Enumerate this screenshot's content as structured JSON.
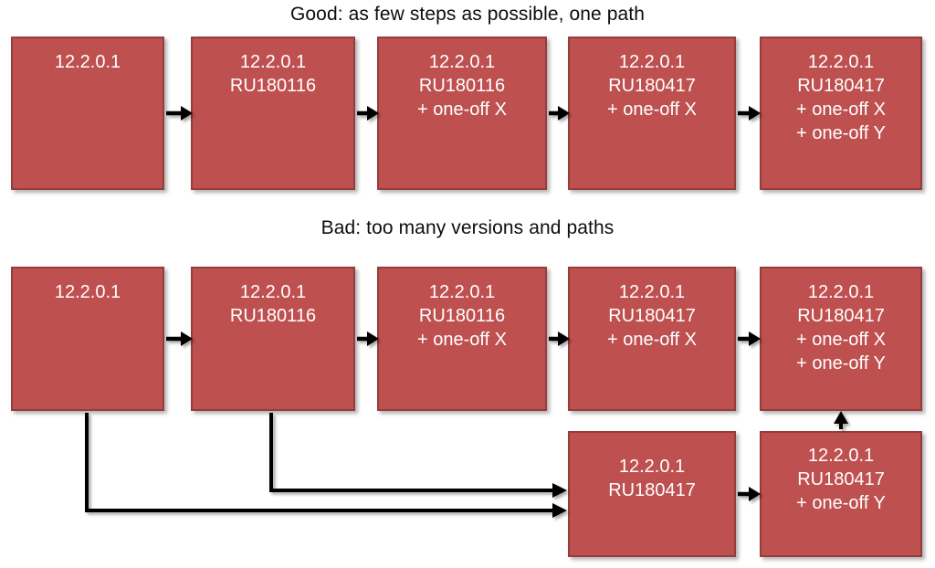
{
  "diagram": {
    "type": "flow-diagram",
    "title_good": "Good: as few steps as possible, one path",
    "title_bad": "Bad: too many versions and paths",
    "colors": {
      "node_fill": "#bf5050",
      "node_border": "#953c3c",
      "node_text": "#ffffff",
      "connector": "#000000",
      "background": "#ffffff",
      "title_text": "#0d0d0d"
    },
    "good_row": {
      "nodes": [
        {
          "id": "g1",
          "lines": [
            "12.2.0.1"
          ]
        },
        {
          "id": "g2",
          "lines": [
            "12.2.0.1",
            "RU180116"
          ]
        },
        {
          "id": "g3",
          "lines": [
            "12.2.0.1",
            "RU180116",
            "+ one-off X"
          ]
        },
        {
          "id": "g4",
          "lines": [
            "12.2.0.1",
            "RU180417",
            "+ one-off X"
          ]
        },
        {
          "id": "g5",
          "lines": [
            "12.2.0.1",
            "RU180417",
            "+ one-off X",
            "+ one-off Y"
          ]
        }
      ],
      "arrows": [
        {
          "from": "g1",
          "to": "g2",
          "direction": "right"
        },
        {
          "from": "g2",
          "to": "g3",
          "direction": "right"
        },
        {
          "from": "g3",
          "to": "g4",
          "direction": "right"
        },
        {
          "from": "g4",
          "to": "g5",
          "direction": "right"
        }
      ]
    },
    "bad_row": {
      "nodes": [
        {
          "id": "b1",
          "lines": [
            "12.2.0.1"
          ]
        },
        {
          "id": "b2",
          "lines": [
            "12.2.0.1",
            "RU180116"
          ]
        },
        {
          "id": "b3",
          "lines": [
            "12.2.0.1",
            "RU180116",
            "+ one-off X"
          ]
        },
        {
          "id": "b4",
          "lines": [
            "12.2.0.1",
            "RU180417",
            "+ one-off X"
          ]
        },
        {
          "id": "b5",
          "lines": [
            "12.2.0.1",
            "RU180417",
            "+ one-off X",
            "+ one-off Y"
          ]
        },
        {
          "id": "b6",
          "lines": [
            "12.2.0.1",
            "RU180417"
          ]
        },
        {
          "id": "b7",
          "lines": [
            "12.2.0.1",
            "RU180417",
            "+ one-off Y"
          ]
        }
      ],
      "arrows": [
        {
          "from": "b1",
          "to": "b2",
          "direction": "right"
        },
        {
          "from": "b2",
          "to": "b3",
          "direction": "right"
        },
        {
          "from": "b3",
          "to": "b4",
          "direction": "right"
        },
        {
          "from": "b4",
          "to": "b5",
          "direction": "right"
        },
        {
          "from": "b6",
          "to": "b7",
          "direction": "right"
        },
        {
          "from": "b1",
          "to": "b6",
          "direction": "elbow-down-right"
        },
        {
          "from": "b2",
          "to": "b6",
          "direction": "elbow-down-right"
        },
        {
          "from": "b7",
          "to": "b5",
          "direction": "up"
        }
      ]
    }
  }
}
